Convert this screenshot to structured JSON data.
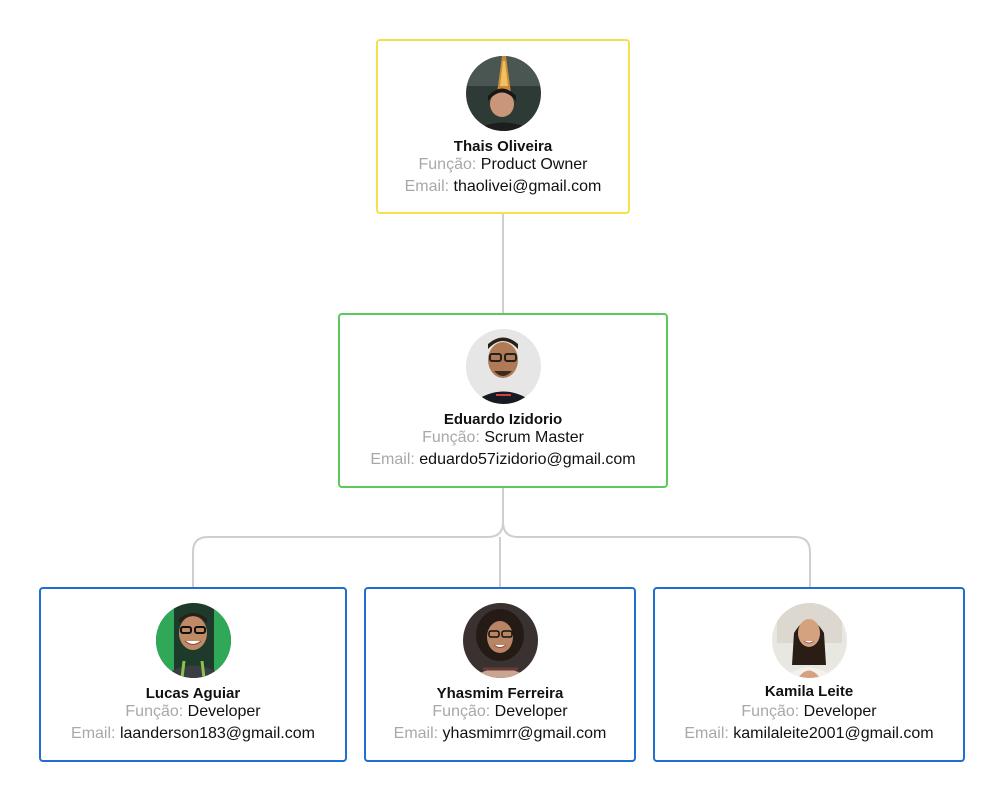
{
  "labels": {
    "role": "Função:",
    "email": "Email:"
  },
  "colors": {
    "owner": "#f4e04d",
    "master": "#5cc95c",
    "developer": "#1f6fd1",
    "connector": "#cfcfcf"
  },
  "people": {
    "owner": {
      "name": "Thais Oliveira",
      "role": "Product Owner",
      "email": "thaolivei@gmail.com"
    },
    "master": {
      "name": "Eduardo Izidorio",
      "role": "Scrum Master",
      "email": "eduardo57izidorio@gmail.com"
    },
    "dev1": {
      "name": "Lucas Aguiar",
      "role": "Developer",
      "email": "laanderson183@gmail.com"
    },
    "dev2": {
      "name": "Yhasmim Ferreira",
      "role": "Developer",
      "email": "yhasmimrr@gmail.com"
    },
    "dev3": {
      "name": "Kamila Leite",
      "role": "Developer",
      "email": "kamilaleite2001@gmail.com"
    }
  }
}
